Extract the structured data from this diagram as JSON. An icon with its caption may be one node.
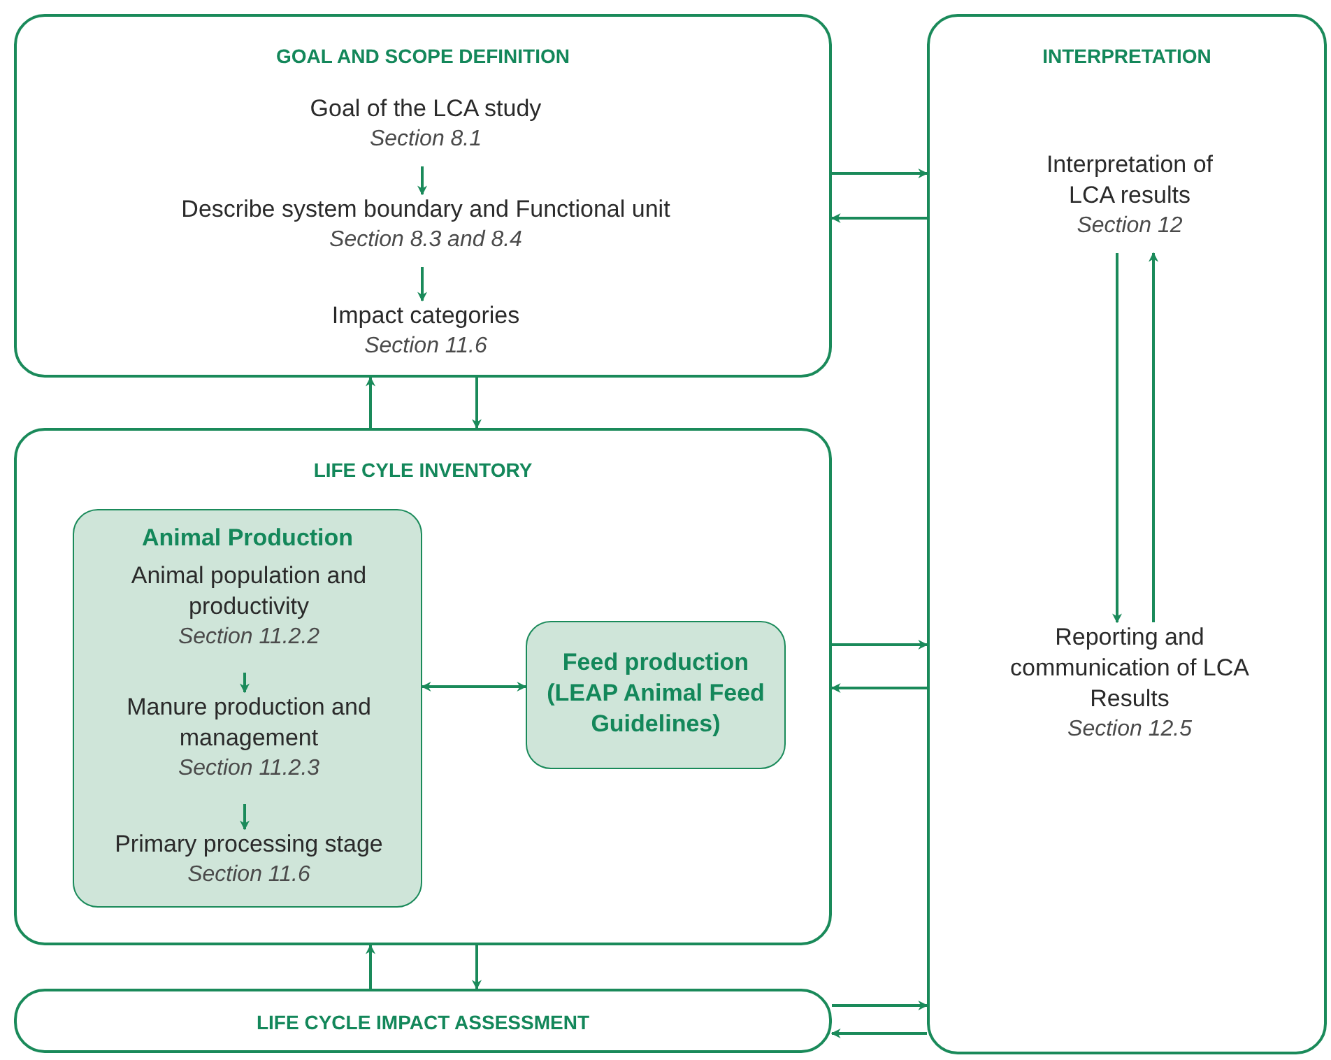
{
  "diagram": {
    "nodes": [
      {
        "text": [
          "GOAL AND SCOPE DEFINITION"
        ]
      },
      {
        "text": [
          "Goal of the LCA study",
          "Section 8.1"
        ],
        "in": 0
      },
      {
        "text": [
          "Describe system boundary and Functional unit",
          "Section 8.3 and 8.4"
        ],
        "in": 0
      },
      {
        "text": [
          "Impact categories",
          "Section 11.6"
        ],
        "in": 0
      },
      {
        "text": [
          "LIFE CYLE INVENTORY"
        ]
      },
      {
        "text": [
          "Animal Production"
        ],
        "in": 4
      },
      {
        "text": [
          "Animal population and productivity",
          "Section 11.2.2"
        ],
        "in": 5
      },
      {
        "text": [
          "Manure production and management",
          "Section 11.2.3"
        ],
        "in": 5
      },
      {
        "text": [
          "Primary processing stage",
          "Section 11.6"
        ],
        "in": 5
      },
      {
        "text": [
          "Feed production (LEAP Animal Feed Guidelines)"
        ],
        "in": 4
      },
      {
        "text": [
          "LIFE CYCLE IMPACT ASSESSMENT"
        ]
      },
      {
        "text": [
          "INTERPRETATION"
        ]
      },
      {
        "text": [
          "Interpretation of LCA results",
          "Section 12"
        ],
        "in": 11
      },
      {
        "text": [
          "Reporting and communication of LCA Results",
          "Section 12.5"
        ],
        "in": 11
      }
    ],
    "edges": [
      {
        "from": 1,
        "to": 2,
        "arrow": "to"
      },
      {
        "from": 2,
        "to": 3,
        "arrow": "to"
      },
      {
        "from": 4,
        "to": 0,
        "arrow": "to"
      },
      {
        "from": 0,
        "to": 4,
        "arrow": "to"
      },
      {
        "from": 0,
        "to": 11,
        "arrow": "to"
      },
      {
        "from": 11,
        "to": 0,
        "arrow": "to"
      },
      {
        "from": 6,
        "to": 7,
        "arrow": "to"
      },
      {
        "from": 7,
        "to": 8,
        "arrow": "to"
      },
      {
        "from": 5,
        "to": 9,
        "arrow": "both"
      },
      {
        "from": 4,
        "to": 11,
        "arrow": "to"
      },
      {
        "from": 11,
        "to": 4,
        "arrow": "to"
      },
      {
        "from": 10,
        "to": 4,
        "arrow": "to"
      },
      {
        "from": 4,
        "to": 10,
        "arrow": "to"
      },
      {
        "from": 10,
        "to": 11,
        "arrow": "to"
      },
      {
        "from": 11,
        "to": 10,
        "arrow": "to"
      },
      {
        "from": 12,
        "to": 13,
        "arrow": "to"
      },
      {
        "from": 13,
        "to": 12,
        "arrow": "to"
      }
    ]
  }
}
